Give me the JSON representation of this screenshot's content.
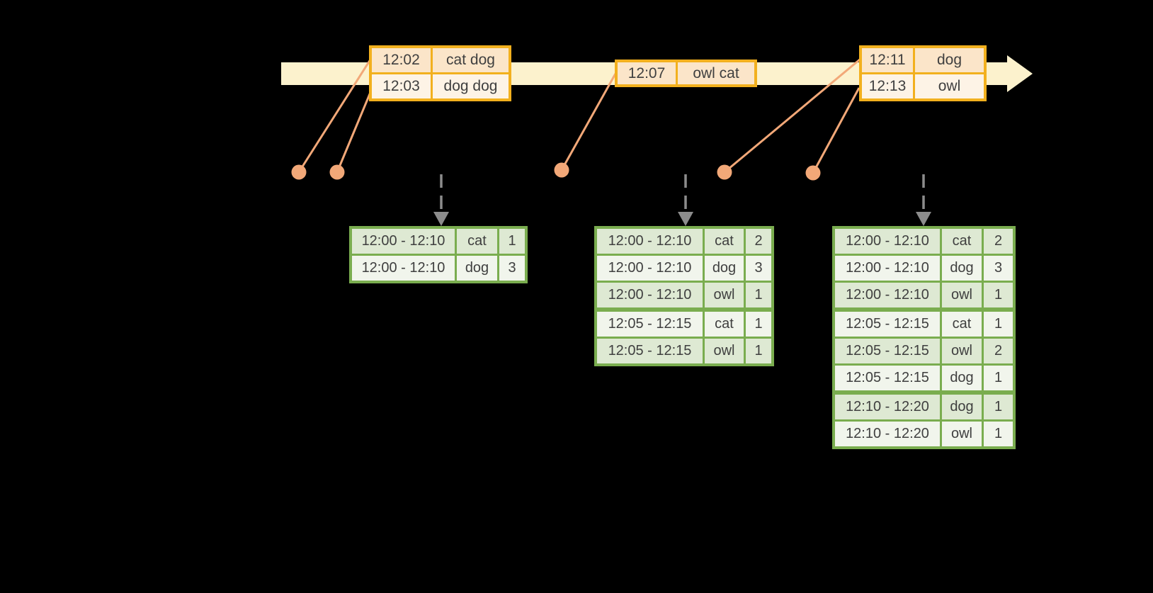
{
  "diagram": {
    "kind": "streaming-windowed-word-count-timeline",
    "background": "#000000"
  },
  "colors": {
    "timeline_fill": "#fcf2cd",
    "event_table_border": "#f2b01e",
    "event_row_dark": "#fbe5c9",
    "event_row_light": "#fdf3e6",
    "connector_salmon": "#f2a878",
    "trigger_arrow_gray": "#8c8c8c",
    "result_table_border": "#7aad4f",
    "result_row_green": "#dee9d3",
    "result_row_light": "#f1f5ec",
    "text": "#3f3f3f"
  },
  "icons": {
    "timeline_arrow": "right-arrow",
    "event_marker": "dot",
    "update_trigger": "dashed-down-arrow"
  },
  "timeline": {
    "event_tables": [
      {
        "rows": [
          {
            "time": "12:02",
            "words": "cat dog"
          },
          {
            "time": "12:03",
            "words": "dog dog"
          }
        ]
      },
      {
        "rows": [
          {
            "time": "12:07",
            "words": "owl cat"
          }
        ]
      },
      {
        "rows": [
          {
            "time": "12:11",
            "words": "dog"
          },
          {
            "time": "12:13",
            "words": "owl"
          }
        ]
      }
    ]
  },
  "result_tables": [
    {
      "rows": [
        {
          "window": "12:00 - 12:10",
          "word": "cat",
          "count": 1
        },
        {
          "window": "12:00 - 12:10",
          "word": "dog",
          "count": 3
        }
      ]
    },
    {
      "rows": [
        {
          "window": "12:00 - 12:10",
          "word": "cat",
          "count": 2
        },
        {
          "window": "12:00 - 12:10",
          "word": "dog",
          "count": 3
        },
        {
          "window": "12:00 - 12:10",
          "word": "owl",
          "count": 1
        },
        {
          "window": "12:05 - 12:15",
          "word": "cat",
          "count": 1
        },
        {
          "window": "12:05 - 12:15",
          "word": "owl",
          "count": 1
        }
      ]
    },
    {
      "rows": [
        {
          "window": "12:00 - 12:10",
          "word": "cat",
          "count": 2
        },
        {
          "window": "12:00 - 12:10",
          "word": "dog",
          "count": 3
        },
        {
          "window": "12:00 - 12:10",
          "word": "owl",
          "count": 1
        },
        {
          "window": "12:05 - 12:15",
          "word": "cat",
          "count": 1
        },
        {
          "window": "12:05 - 12:15",
          "word": "owl",
          "count": 2
        },
        {
          "window": "12:05 - 12:15",
          "word": "dog",
          "count": 1
        },
        {
          "window": "12:10 - 12:20",
          "word": "dog",
          "count": 1
        },
        {
          "window": "12:10 - 12:20",
          "word": "owl",
          "count": 1
        }
      ]
    }
  ]
}
